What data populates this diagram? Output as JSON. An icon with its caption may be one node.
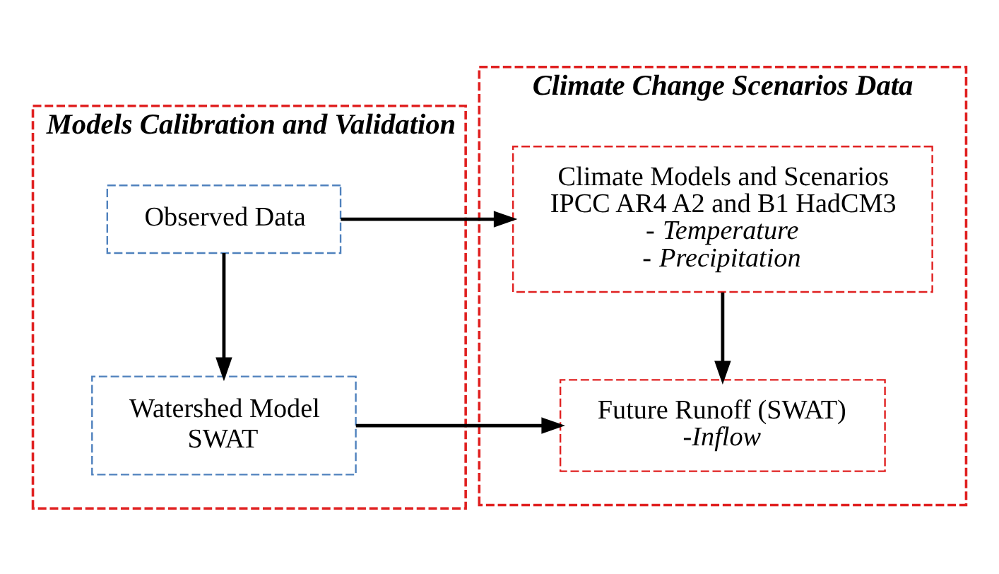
{
  "diagram": {
    "nodes": [
      {
        "text": [
          "Models Calibration and Validation"
        ]
      },
      {
        "text": [
          "Observed Data"
        ],
        "in": 0
      },
      {
        "text": [
          "Watershed Model SWAT"
        ],
        "in": 0
      },
      {
        "text": [
          "Climate Change Scenarios Data"
        ]
      },
      {
        "text": [
          "Climate Models and Scenarios",
          "IPCC AR4 A2 and B1 HadCM3",
          "- *Temperature*",
          "- *Precipitation*"
        ],
        "in": 3
      },
      {
        "text": [
          "Future Runoff (SWAT)",
          "*-Inflow*"
        ],
        "in": 3
      }
    ],
    "edges": [
      {
        "from": 1,
        "to": 4,
        "arrow": "to"
      },
      {
        "from": 1,
        "to": 2,
        "arrow": "to"
      },
      {
        "from": 4,
        "to": 5,
        "arrow": "to"
      },
      {
        "from": 2,
        "to": 5,
        "arrow": "to"
      }
    ]
  }
}
